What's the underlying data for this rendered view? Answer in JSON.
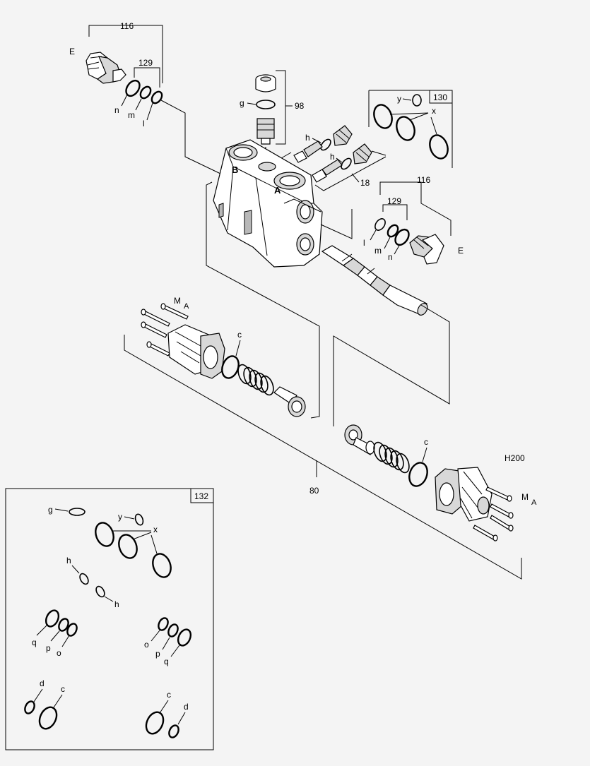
{
  "drawing_id": "H200",
  "callouts": {
    "c116_top": "116",
    "c129_top": "129",
    "e_top": "E",
    "n_top": "n",
    "m_top": "m",
    "l_top": "l",
    "c98": "98",
    "g_top": "g",
    "h_1": "h",
    "h_2": "h",
    "c18": "18",
    "b_port": "B",
    "a_port": "A",
    "c130": "130",
    "y_top": "y",
    "x_top": "x",
    "c116_right": "116",
    "c129_right": "129",
    "l_right": "l",
    "m_right": "m",
    "n_right": "n",
    "e_right": "E",
    "m_left": "M",
    "a_left": "A",
    "c_left": "c",
    "c80": "80",
    "c_right": "c",
    "m_rightcap": "M",
    "a_rightcap": "A"
  },
  "kit_box": {
    "number": "132",
    "g": "g",
    "y": "y",
    "x": "x",
    "h1": "h",
    "h2": "h",
    "q1": "q",
    "p1": "p",
    "o1": "o",
    "o2": "o",
    "p2": "p",
    "q2": "q",
    "d1": "d",
    "c1": "c",
    "c2": "c",
    "d2": "d"
  }
}
